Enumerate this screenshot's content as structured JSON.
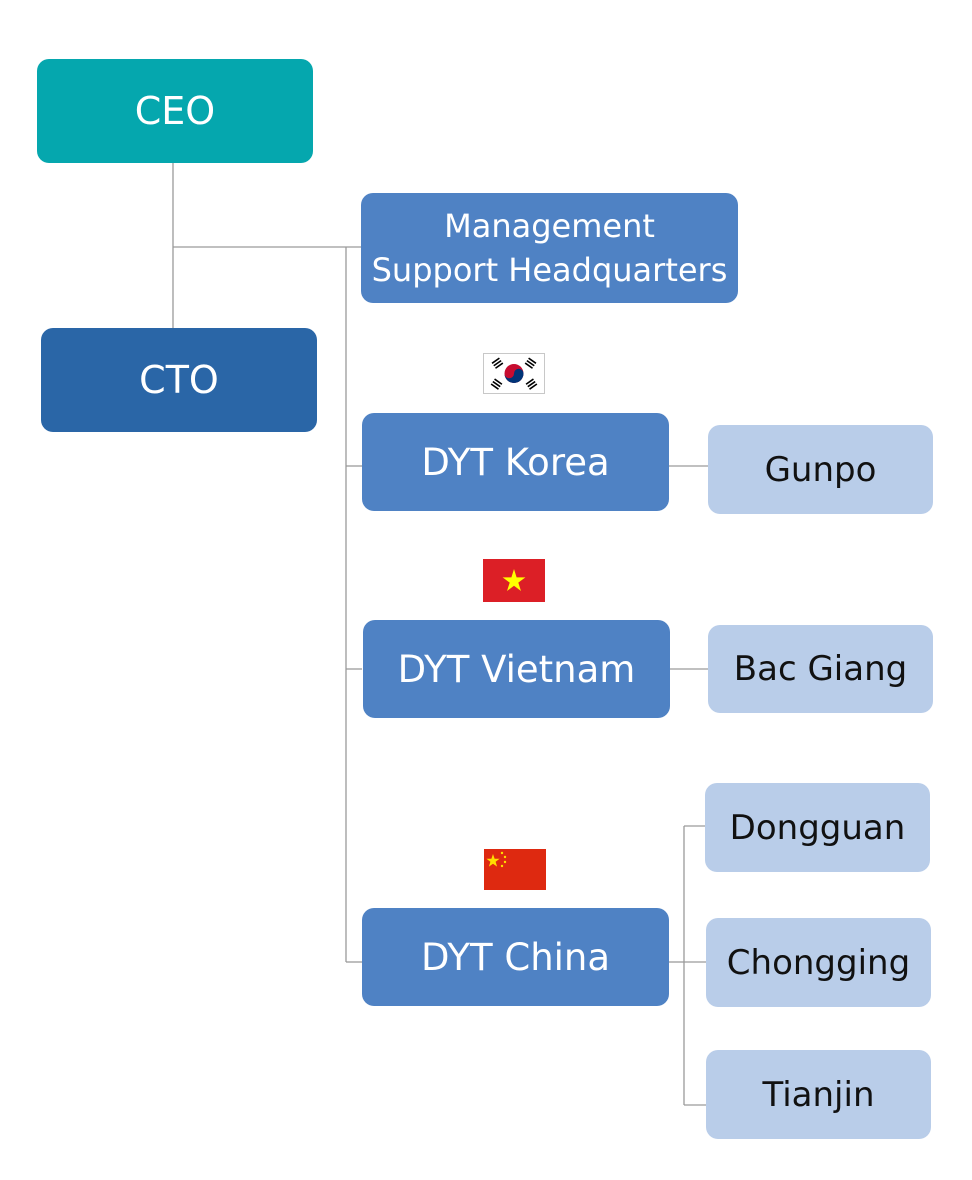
{
  "chart": {
    "ceo": "CEO",
    "cto": "CTO",
    "management": {
      "line1": "Management",
      "line2": "Support Headquarters"
    },
    "korea": {
      "label": "DYT Korea",
      "flag": "south-korea-flag",
      "sites": [
        "Gunpo"
      ]
    },
    "vietnam": {
      "label": "DYT Vietnam",
      "flag": "vietnam-flag",
      "sites": [
        "Bac Giang"
      ]
    },
    "china": {
      "label": "DYT China",
      "flag": "china-flag",
      "sites": [
        "Dongguan",
        "Chongging",
        "Tianjin"
      ]
    }
  },
  "colors": {
    "ceo": "#05a7ae",
    "cto": "#2a66a7",
    "department": "#4f82c4",
    "site": "#b9cde9",
    "connector": "#9a9a9a"
  }
}
